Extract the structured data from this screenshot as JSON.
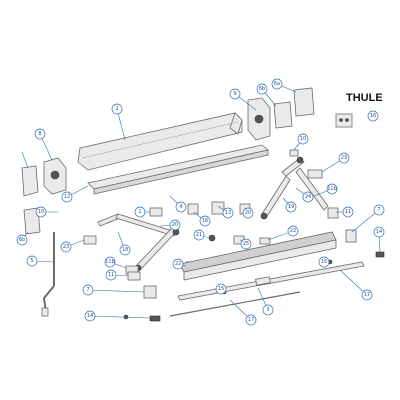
{
  "brand": {
    "logo_text": "THULE"
  },
  "callouts": [
    {
      "id": "c-2",
      "label": "2"
    },
    {
      "id": "c-9",
      "label": "9"
    },
    {
      "id": "c-6b-top",
      "label": "6b"
    },
    {
      "id": "c-16",
      "label": "16"
    },
    {
      "id": "c-6a-top",
      "label": "6a"
    },
    {
      "id": "c-8",
      "label": "8"
    },
    {
      "id": "c-10-right",
      "label": "10"
    },
    {
      "id": "c-23-right",
      "label": "23"
    },
    {
      "id": "c-11b-right",
      "label": "11b"
    },
    {
      "id": "c-12",
      "label": "12"
    },
    {
      "id": "c-10-left",
      "label": "10"
    },
    {
      "id": "c-1",
      "label": "1"
    },
    {
      "id": "c-4",
      "label": "4"
    },
    {
      "id": "c-16-mid",
      "label": "16"
    },
    {
      "id": "c-13",
      "label": "13"
    },
    {
      "id": "c-20-mid",
      "label": "20"
    },
    {
      "id": "c-19",
      "label": "19"
    },
    {
      "id": "c-24",
      "label": "24"
    },
    {
      "id": "c-11-right",
      "label": "11"
    },
    {
      "id": "c-7-right",
      "label": "7"
    },
    {
      "id": "c-14-right",
      "label": "14"
    },
    {
      "id": "c-6b-left",
      "label": "6b"
    },
    {
      "id": "c-23-left",
      "label": "23"
    },
    {
      "id": "c-18",
      "label": "18"
    },
    {
      "id": "c-20-left",
      "label": "20"
    },
    {
      "id": "c-21",
      "label": "21"
    },
    {
      "id": "c-25",
      "label": "25"
    },
    {
      "id": "c-22-mid",
      "label": "22"
    },
    {
      "id": "c-22-left",
      "label": "22"
    },
    {
      "id": "c-5",
      "label": "5"
    },
    {
      "id": "c-11b-left",
      "label": "11b"
    },
    {
      "id": "c-11-left",
      "label": "11"
    },
    {
      "id": "c-7-left",
      "label": "7"
    },
    {
      "id": "c-15-mid",
      "label": "15"
    },
    {
      "id": "c-15-right",
      "label": "15"
    },
    {
      "id": "c-17-right",
      "label": "17"
    },
    {
      "id": "c-3",
      "label": "3"
    },
    {
      "id": "c-14-left",
      "label": "14"
    },
    {
      "id": "c-17-bottom",
      "label": "17"
    }
  ]
}
